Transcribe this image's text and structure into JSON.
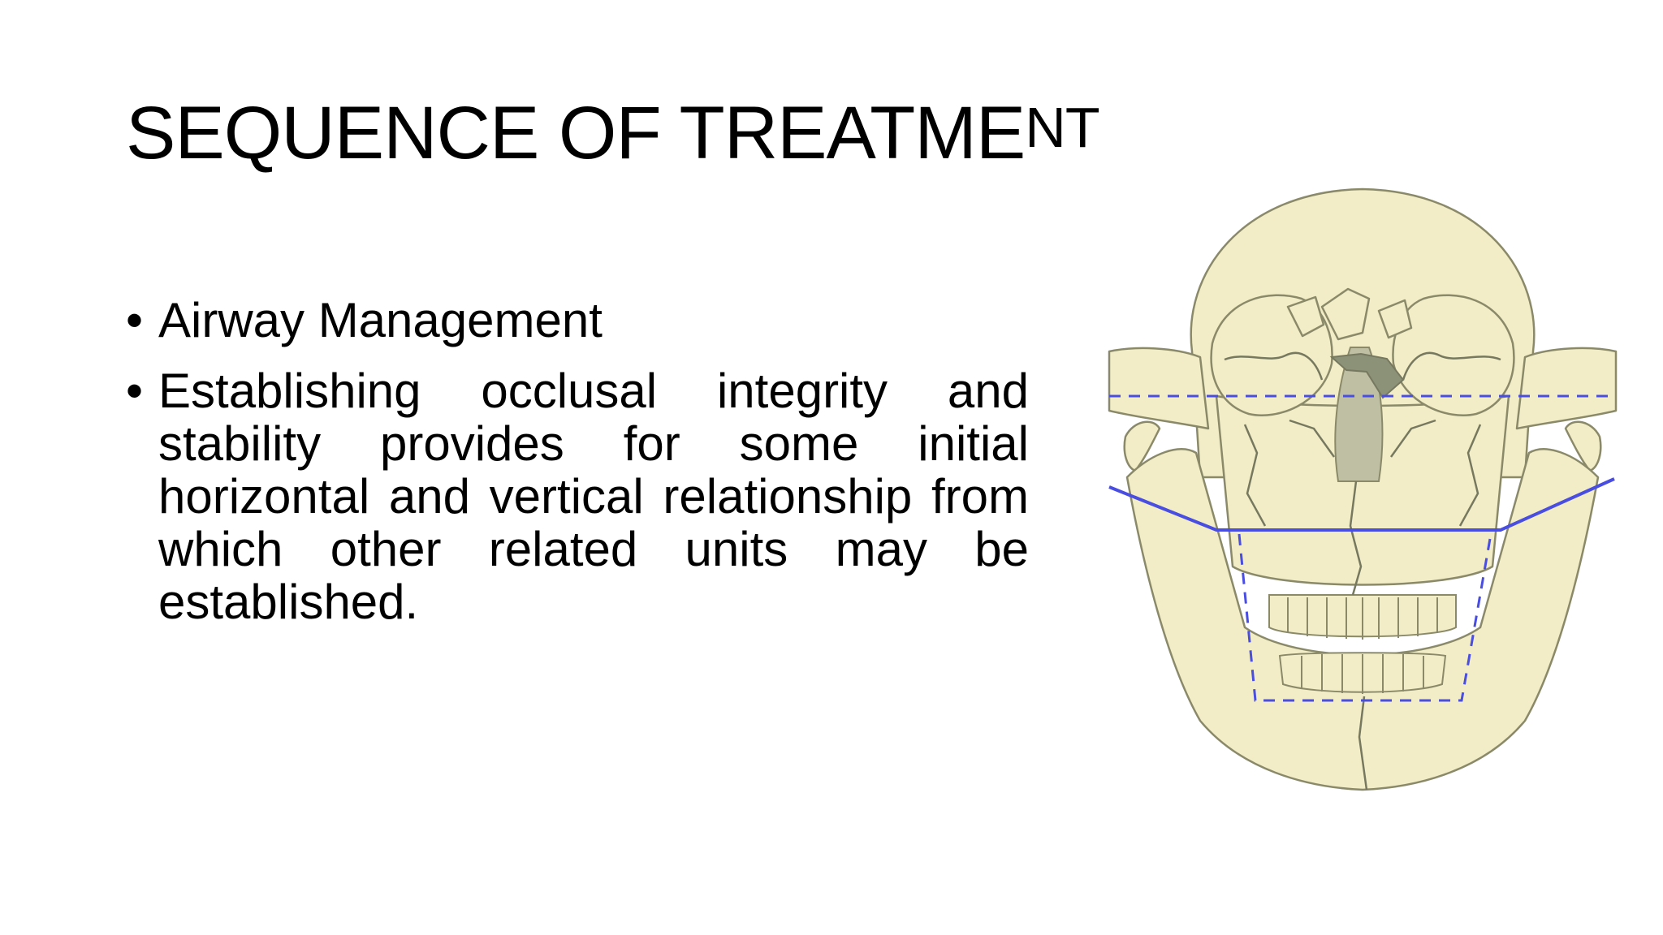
{
  "slide": {
    "title_main": "SEQUENCE OF TREATME",
    "title_tail": "NT",
    "bullets": [
      {
        "marker": "•",
        "text": "Airway Management"
      },
      {
        "marker": "•",
        "text": "Establishing occlusal integrity and stability provides for some initial horizontal and vertical relationship from which other related units may be established."
      }
    ],
    "figure": {
      "icon": "fractured-skull-illustration",
      "bone_color": "#f2edc6",
      "outline_color": "#8a8a6a",
      "guide_line_color": "#4a4ee0"
    }
  }
}
